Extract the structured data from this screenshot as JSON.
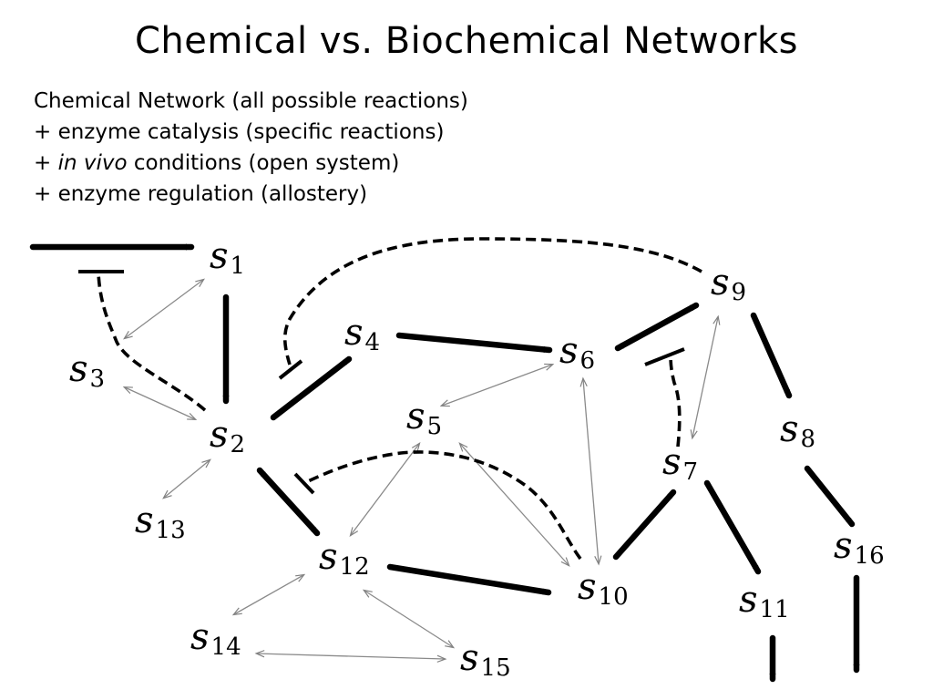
{
  "title": "Chemical vs. Biochemical Networks",
  "bullets": [
    {
      "text": "Chemical Network (all possible reactions)"
    },
    {
      "text": "+ enzyme catalysis (specific reactions)"
    },
    {
      "prefix": "+ ",
      "emph": "in vivo",
      "suffix": " conditions (open system)"
    },
    {
      "text": "+ enzyme regulation (allostery)"
    }
  ],
  "nodes": [
    {
      "id": "s1",
      "base": "s",
      "sub": "1"
    },
    {
      "id": "s2",
      "base": "s",
      "sub": "2"
    },
    {
      "id": "s3",
      "base": "s",
      "sub": "3"
    },
    {
      "id": "s4",
      "base": "s",
      "sub": "4"
    },
    {
      "id": "s5",
      "base": "s",
      "sub": "5"
    },
    {
      "id": "s6",
      "base": "s",
      "sub": "6"
    },
    {
      "id": "s7",
      "base": "s",
      "sub": "7"
    },
    {
      "id": "s8",
      "base": "s",
      "sub": "8"
    },
    {
      "id": "s9",
      "base": "s",
      "sub": "9"
    },
    {
      "id": "s10",
      "base": "s",
      "sub": "10"
    },
    {
      "id": "s11",
      "base": "s",
      "sub": "11"
    },
    {
      "id": "s12",
      "base": "s",
      "sub": "12"
    },
    {
      "id": "s13",
      "base": "s",
      "sub": "13"
    },
    {
      "id": "s14",
      "base": "s",
      "sub": "14"
    },
    {
      "id": "s15",
      "base": "s",
      "sub": "15"
    },
    {
      "id": "s16",
      "base": "s",
      "sub": "16"
    }
  ],
  "edges": {
    "enzymatic": [
      {
        "from": "input",
        "to": "s1"
      },
      {
        "from": "s1",
        "to": "s2"
      },
      {
        "from": "s2",
        "to": "s4"
      },
      {
        "from": "s4",
        "to": "s6"
      },
      {
        "from": "s9",
        "to": "s6",
        "bidirectional": true
      },
      {
        "from": "s9",
        "to": "s8"
      },
      {
        "from": "s8",
        "to": "s16"
      },
      {
        "from": "s16",
        "to": "output"
      },
      {
        "from": "s2",
        "to": "s12",
        "bidirectional": true
      },
      {
        "from": "s12",
        "to": "s10"
      },
      {
        "from": "s10",
        "to": "s7"
      },
      {
        "from": "s7",
        "to": "s11"
      },
      {
        "from": "s11",
        "to": "output"
      }
    ],
    "chemical": [
      {
        "from": "s3",
        "to": "s1"
      },
      {
        "from": "s3",
        "to": "s2"
      },
      {
        "from": "s2",
        "to": "s13"
      },
      {
        "from": "s6",
        "to": "s5"
      },
      {
        "from": "s6",
        "to": "s10"
      },
      {
        "from": "s9",
        "to": "s7"
      },
      {
        "from": "s5",
        "to": "s12"
      },
      {
        "from": "s5",
        "to": "s10"
      },
      {
        "from": "s12",
        "to": "s14"
      },
      {
        "from": "s12",
        "to": "s15"
      },
      {
        "from": "s14",
        "to": "s15"
      }
    ],
    "regulation": [
      {
        "from": "s2",
        "to": "input-reaction"
      },
      {
        "from": "s9",
        "to": "s2-s4-reaction"
      },
      {
        "from": "s7",
        "to": "s9-s6-reaction"
      },
      {
        "from": "s10",
        "to": "s2-s12-reaction"
      }
    ]
  }
}
